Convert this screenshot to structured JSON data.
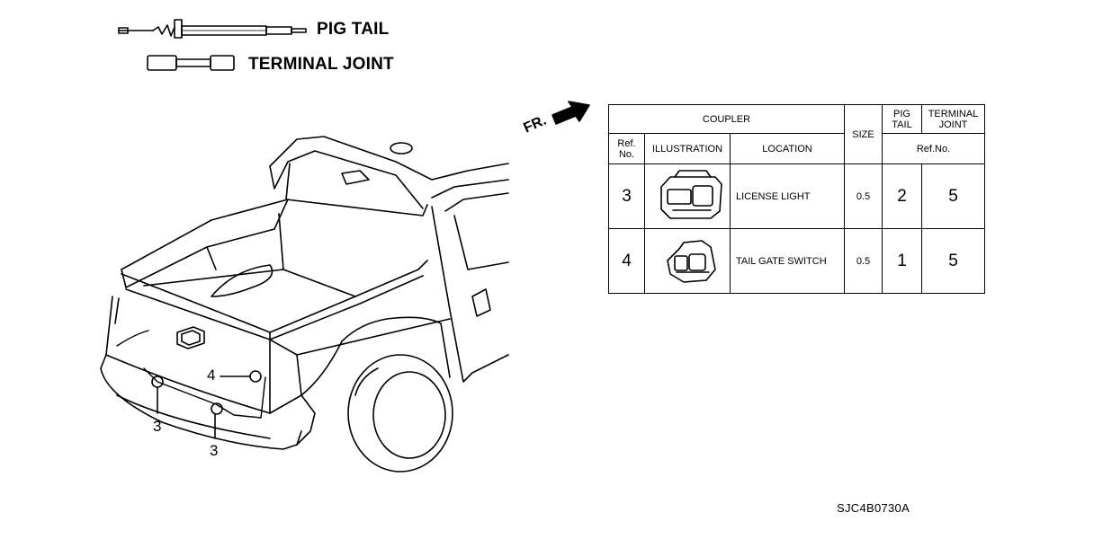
{
  "legend": {
    "pig_tail": "PIG TAIL",
    "terminal_joint": "TERMINAL JOINT"
  },
  "front_indicator": "FR.",
  "callouts": {
    "c4": "4",
    "c3a": "3",
    "c3b": "3"
  },
  "table": {
    "header_coupler": "COUPLER",
    "header_size": "SIZE",
    "header_pig_tail": "PIG TAIL",
    "header_terminal_joint": "TERMINAL JOINT",
    "sub_ref_no": "Ref. No.",
    "sub_illustration": "ILLUSTRATION",
    "sub_location": "LOCATION",
    "sub_ref_no_right": "Ref.No.",
    "rows": [
      {
        "ref": "3",
        "location": "LICENSE LIGHT",
        "size": "0.5",
        "pig_tail": "2",
        "terminal_joint": "5"
      },
      {
        "ref": "4",
        "location": "TAIL GATE SWITCH",
        "size": "0.5",
        "pig_tail": "1",
        "terminal_joint": "5"
      }
    ]
  },
  "diagram_code": "SJC4B0730A"
}
